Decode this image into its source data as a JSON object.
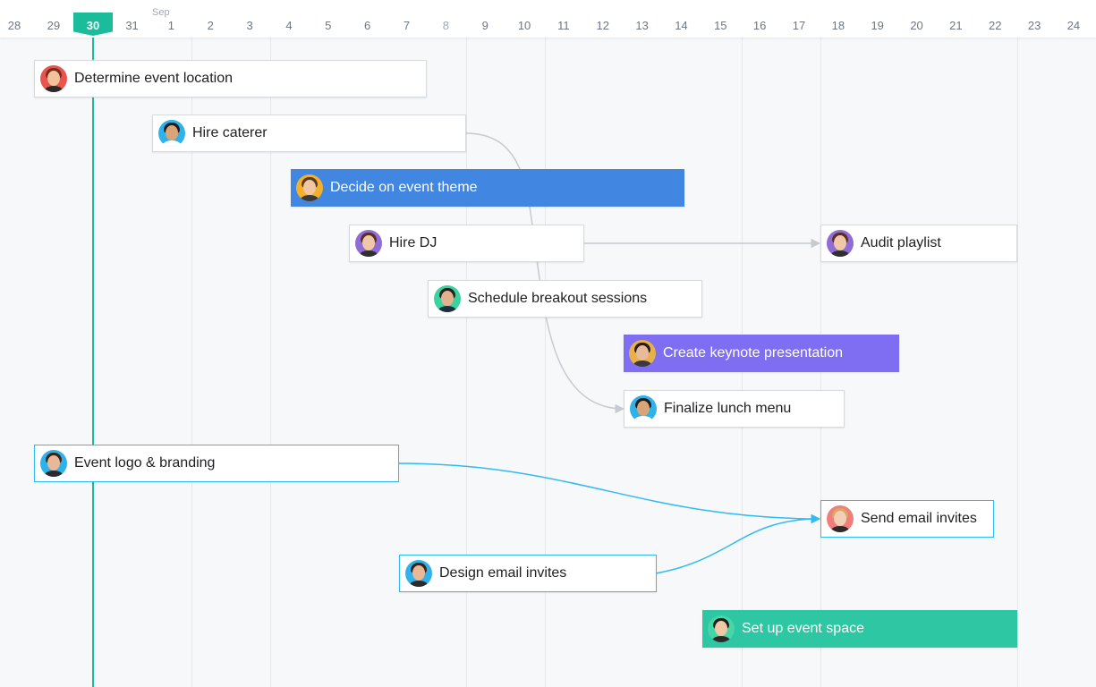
{
  "timeline": {
    "month_label": "Sep",
    "today": "30",
    "days": [
      {
        "label": "28",
        "weekend": false
      },
      {
        "label": "29",
        "weekend": false
      },
      {
        "label": "30",
        "weekend": false
      },
      {
        "label": "31",
        "weekend": false
      },
      {
        "label": "1",
        "weekend": false
      },
      {
        "label": "2",
        "weekend": false
      },
      {
        "label": "3",
        "weekend": false
      },
      {
        "label": "4",
        "weekend": false
      },
      {
        "label": "5",
        "weekend": false
      },
      {
        "label": "6",
        "weekend": false
      },
      {
        "label": "7",
        "weekend": false
      },
      {
        "label": "8",
        "weekend": true
      },
      {
        "label": "9",
        "weekend": false
      },
      {
        "label": "10",
        "weekend": false
      },
      {
        "label": "11",
        "weekend": false
      },
      {
        "label": "12",
        "weekend": false
      },
      {
        "label": "13",
        "weekend": false
      },
      {
        "label": "14",
        "weekend": false
      },
      {
        "label": "15",
        "weekend": false
      },
      {
        "label": "16",
        "weekend": false
      },
      {
        "label": "17",
        "weekend": false
      },
      {
        "label": "18",
        "weekend": false
      },
      {
        "label": "19",
        "weekend": false
      },
      {
        "label": "20",
        "weekend": false
      },
      {
        "label": "21",
        "weekend": false
      },
      {
        "label": "22",
        "weekend": false
      },
      {
        "label": "23",
        "weekend": false
      },
      {
        "label": "24",
        "weekend": false
      }
    ]
  },
  "colors": {
    "today": "#1bbc9c",
    "link": "#31baf3",
    "dependency": "#c5cbd1",
    "blue": "#4186e0",
    "purple": "#7f6ef2",
    "teal": "#2ec7a3"
  },
  "tasks": [
    {
      "id": "determine-location",
      "label": "Determine event location",
      "style": "default",
      "avatar": {
        "bg": "#e8554e",
        "hair": "#7a2b1c",
        "skin": "#f1c29b",
        "shirt": "#2a2a2a"
      }
    },
    {
      "id": "hire-caterer",
      "label": "Hire caterer",
      "style": "default",
      "avatar": {
        "bg": "#2fb2ea",
        "hair": "#1d1d1d",
        "skin": "#d9a577",
        "shirt": "#ffffff"
      }
    },
    {
      "id": "event-theme",
      "label": "Decide on event theme",
      "style": "blue",
      "avatar": {
        "bg": "#f4b02a",
        "hair": "#5b3b24",
        "skin": "#f0c6a3",
        "shirt": "#3a3a3a"
      }
    },
    {
      "id": "hire-dj",
      "label": "Hire DJ",
      "style": "default",
      "avatar": {
        "bg": "#8f6cd6",
        "hair": "#5a2f23",
        "skin": "#f0c7a7",
        "shirt": "#2f2f2f"
      }
    },
    {
      "id": "audit-playlist",
      "label": "Audit playlist",
      "style": "default",
      "avatar": {
        "bg": "#8f6cd6",
        "hair": "#5a2f23",
        "skin": "#f0c7a7",
        "shirt": "#2f2f2f"
      }
    },
    {
      "id": "breakout-sessions",
      "label": "Schedule breakout sessions",
      "style": "default",
      "avatar": {
        "bg": "#3ad29f",
        "hair": "#222222",
        "skin": "#e3b28c",
        "shirt": "#1f2d3d"
      }
    },
    {
      "id": "keynote",
      "label": "Create keynote presentation",
      "style": "purple",
      "avatar": {
        "bg": "#e7b14a",
        "hair": "#2c1b14",
        "skin": "#e8b99a",
        "shirt": "#3a3a3a"
      }
    },
    {
      "id": "lunch-menu",
      "label": "Finalize lunch menu",
      "style": "default",
      "avatar": {
        "bg": "#2fb2ea",
        "hair": "#1d1d1d",
        "skin": "#d9a577",
        "shirt": "#ffffff"
      }
    },
    {
      "id": "logo-branding",
      "label": "Event logo & branding",
      "style": "linked",
      "avatar": {
        "bg": "#2fb2ea",
        "hair": "#3b2418",
        "skin": "#e9b897",
        "shirt": "#2b2b2b"
      }
    },
    {
      "id": "send-invites",
      "label": "Send email invites",
      "style": "linked",
      "avatar": {
        "bg": "#f07f7c",
        "hair": "#d9a766",
        "skin": "#f3cfb3",
        "shirt": "#2b2b2b"
      }
    },
    {
      "id": "design-invites",
      "label": "Design email invites",
      "style": "linked",
      "avatar": {
        "bg": "#2fb2ea",
        "hair": "#3b2418",
        "skin": "#e9b897",
        "shirt": "#2b2b2b"
      }
    },
    {
      "id": "event-space",
      "label": "Set up event space",
      "style": "teal",
      "avatar": {
        "bg": "#45d7a5",
        "hair": "#1d1d1d",
        "skin": "#f0c7a7",
        "shirt": "#2b2b2b"
      }
    }
  ]
}
